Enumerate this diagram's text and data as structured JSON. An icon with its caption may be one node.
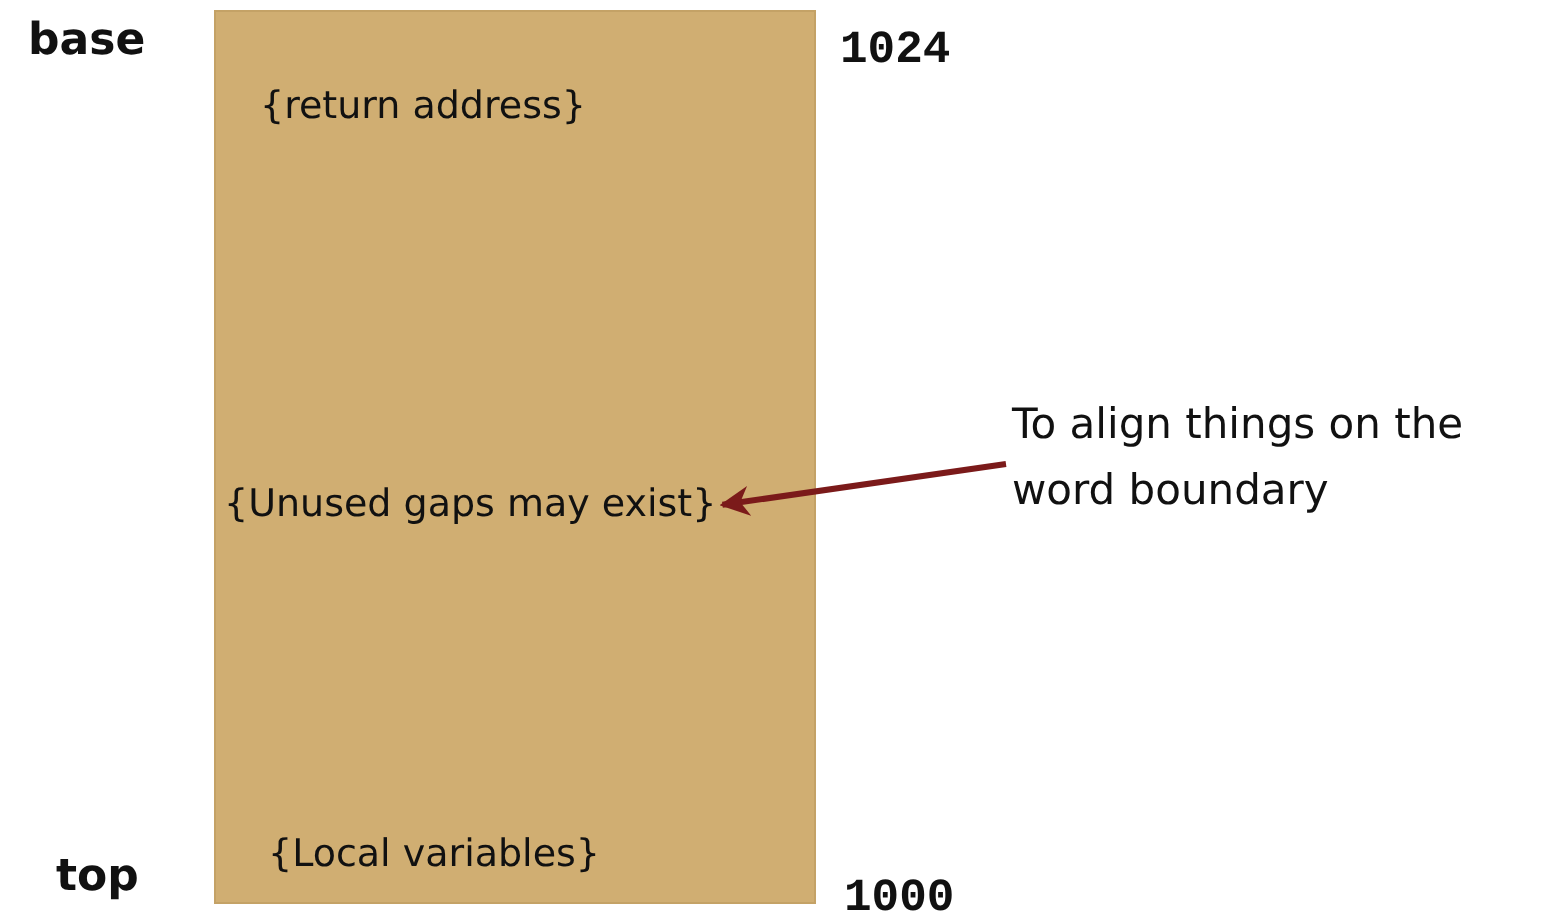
{
  "diagram": {
    "nodes": [
      {
        "text": [],
        "shape": "box"
      },
      {
        "text": [
          "{return address}"
        ],
        "in": 0
      },
      {
        "text": [
          "{Unused gaps may exist}"
        ],
        "in": 0
      },
      {
        "text": [
          "{Local variables}"
        ],
        "in": 0
      },
      {
        "text": [
          "To align things on the word boundary"
        ]
      }
    ],
    "edges": [
      {
        "from": 4,
        "to": 2,
        "arrow": "to",
        "color": "#7b1a1a"
      }
    ],
    "labels": [
      "base",
      "1024",
      "top",
      "1000"
    ]
  }
}
